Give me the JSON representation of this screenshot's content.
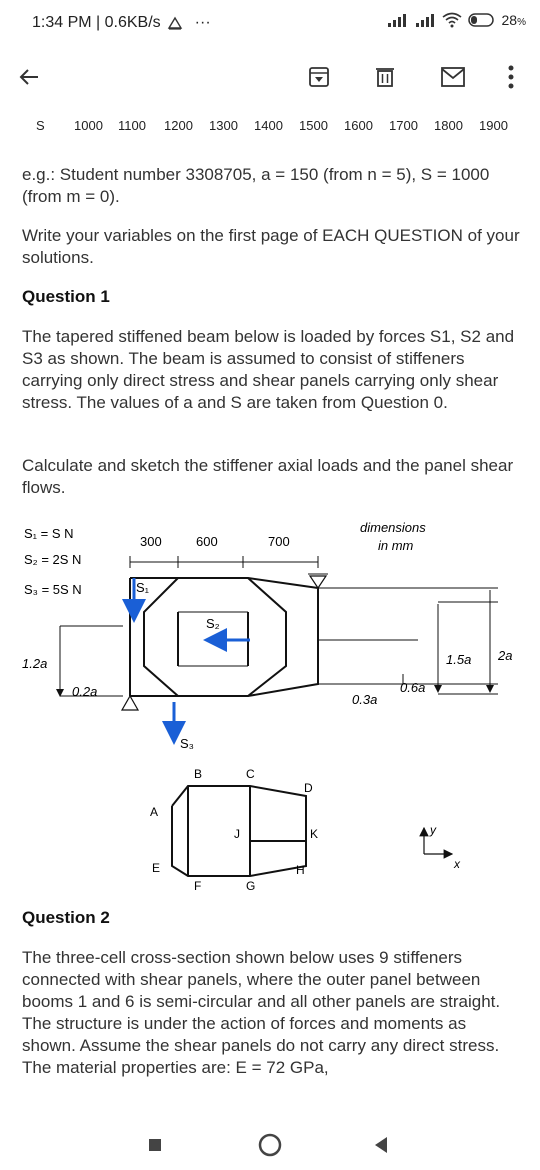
{
  "status_bar": {
    "time_speed": "1:34 PM | 0.6KB/s",
    "more": "···",
    "battery": "28"
  },
  "table_header": {
    "cells": [
      "S",
      "1000",
      "1100",
      "1200",
      "1300",
      "1400",
      "1500",
      "1600",
      "1700",
      "1800",
      "1900"
    ]
  },
  "paragraphs": {
    "example": "e.g.: Student number 3308705,  a = 150  (from n = 5),  S = 1000 (from m = 0).",
    "write_vars": "Write your variables on the first page of EACH QUESTION of your solutions.",
    "q1_title": "Question 1",
    "q1_body": "The tapered stiffened beam below is loaded by forces S1, S2 and S3 as shown. The beam is assumed to consist of stiffeners carrying only direct stress and shear panels carrying only shear stress. The values of a and S are taken from Question 0.",
    "q1_task": "Calculate and sketch the stiffener axial loads and the panel shear flows.",
    "q2_title": "Question 2",
    "q2_body": "The three-cell cross-section shown below uses 9 stiffeners connected with shear panels, where the outer panel between booms 1 and 6 is semi-circular and all other panels are straight. The structure is under the action of forces and moments as shown. Assume the shear panels do not carry any direct stress. The material properties are: E = 72 GPa,"
  },
  "figure": {
    "loads": [
      "S₁ = S N",
      "S₂ = 2S N",
      "S₃ = 5S N"
    ],
    "dims": [
      "300",
      "600",
      "700"
    ],
    "dim_note_1": "dimensions",
    "dim_note_2": "in mm",
    "labels": {
      "s1": "S₁",
      "s2": "S₂",
      "s3": "S₃",
      "h1": "1.2a",
      "h2": "0.2a",
      "h3": "0.3a",
      "h4": "0.6a",
      "h5": "1.5a",
      "h6": "2a"
    },
    "nodes": [
      "A",
      "B",
      "C",
      "D",
      "E",
      "F",
      "G",
      "H",
      "J",
      "K"
    ],
    "axes": [
      "y",
      "x"
    ]
  }
}
